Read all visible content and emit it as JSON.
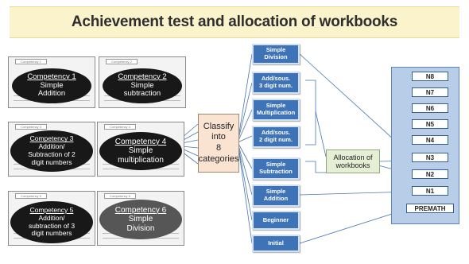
{
  "title": "Achievement test and allocation of workbooks",
  "competencies": [
    {
      "header": "Competency 1",
      "name": "Competency 1",
      "line1": "Simple",
      "line2": "Addition",
      "line3": ""
    },
    {
      "header": "Competency 2",
      "name": "Competency 2",
      "line1": "Simple",
      "line2": "subtraction",
      "line3": ""
    },
    {
      "header": "Competency 3",
      "name": "Competency 3",
      "line1": "Addition/",
      "line2": "Subtraction of 2",
      "line3": "digit numbers"
    },
    {
      "header": "Competency 4",
      "name": "Competency 4",
      "line1": "Simple",
      "line2": "multiplication",
      "line3": ""
    },
    {
      "header": "Competency 5",
      "name": "Competency 5",
      "line1": "Addition/",
      "line2": "subtraction of 3",
      "line3": "digit numbers"
    },
    {
      "header": "Competency 6",
      "name": "Competency 6",
      "line1": "Simple",
      "line2": "Division",
      "line3": ""
    }
  ],
  "classify": {
    "line1": "Classify",
    "line2": "into",
    "line3": "8",
    "line4": "categories"
  },
  "categories": [
    {
      "line1": "Simple",
      "line2": "Division"
    },
    {
      "line1": "Add/sous.",
      "line2": "3 digit num."
    },
    {
      "line1": "Simple",
      "line2": "Multiplication"
    },
    {
      "line1": "Add/sous.",
      "line2": "2 digit num."
    },
    {
      "line1": "Simple",
      "line2": "Subtraction"
    },
    {
      "line1": "Simple",
      "line2": "Addition"
    },
    {
      "line1": "Beginner",
      "line2": ""
    },
    {
      "line1": "Initial",
      "line2": ""
    }
  ],
  "allocation": {
    "line1": "Allocation of",
    "line2": "workbooks"
  },
  "levels": [
    "N8",
    "N7",
    "N6",
    "N5",
    "N4",
    "N3",
    "N2",
    "N1",
    "PREMATH"
  ],
  "colors": {
    "title_bg": "#fbf3cc",
    "category_box": "#3e73b8",
    "level_panel": "#b8cde8",
    "classify_bg": "#fbe3d2",
    "allocation_bg": "#e6efd6"
  }
}
